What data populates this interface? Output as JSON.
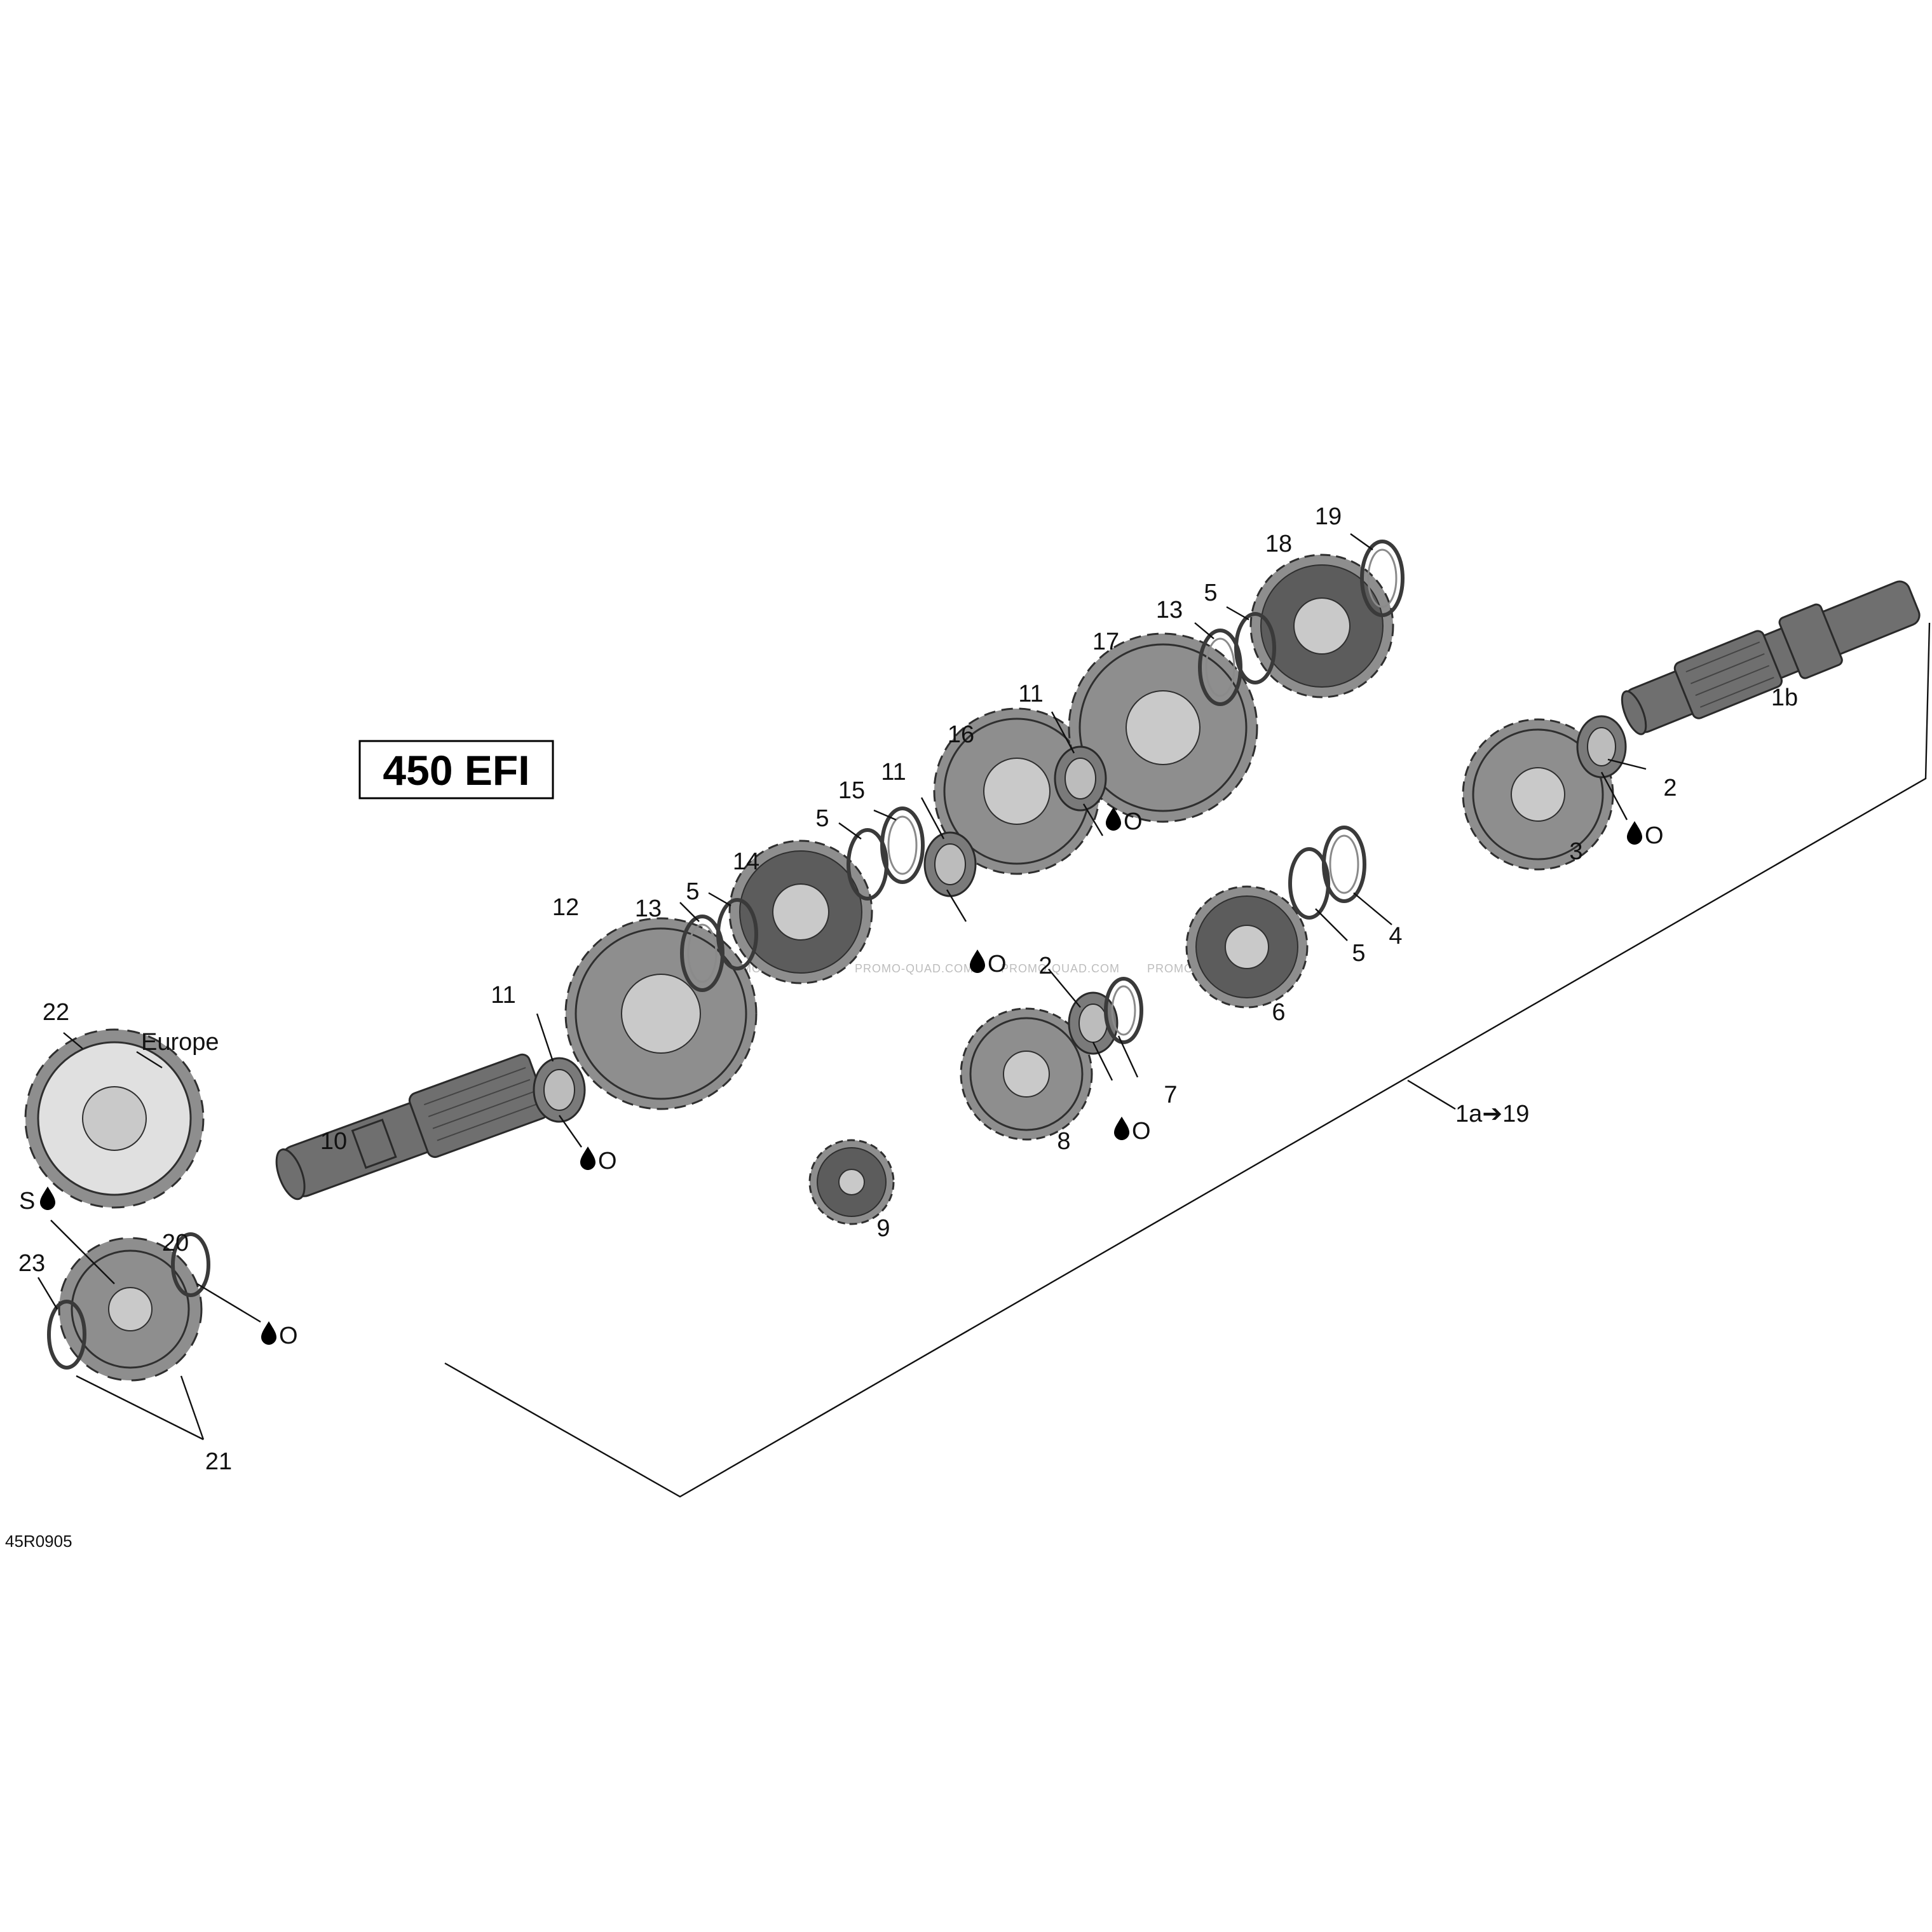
{
  "title_box": "450 EFI",
  "diagram_code": "45R0905",
  "watermark": "PROMO-QUAD.COM",
  "region_note": "Europe",
  "kit_label": "1a➔19",
  "oil_mark": "O",
  "sealant_mark": "S",
  "icons": {
    "drop": "oil-drop-icon"
  },
  "labels": {
    "n1b": "1b",
    "n2a": "2",
    "n2b": "2",
    "n3": "3",
    "n4": "4",
    "n5a": "5",
    "n5b": "5",
    "n5c": "5",
    "n5d": "5",
    "n6": "6",
    "n7": "7",
    "n8": "8",
    "n9": "9",
    "n10": "10",
    "n11a": "11",
    "n11b": "11",
    "n11c": "11",
    "n12": "12",
    "n13a": "13",
    "n13b": "13",
    "n14": "14",
    "n15": "15",
    "n16": "16",
    "n17": "17",
    "n18": "18",
    "n19": "19",
    "n20": "20",
    "n21": "21",
    "n22": "22",
    "n23": "23"
  }
}
